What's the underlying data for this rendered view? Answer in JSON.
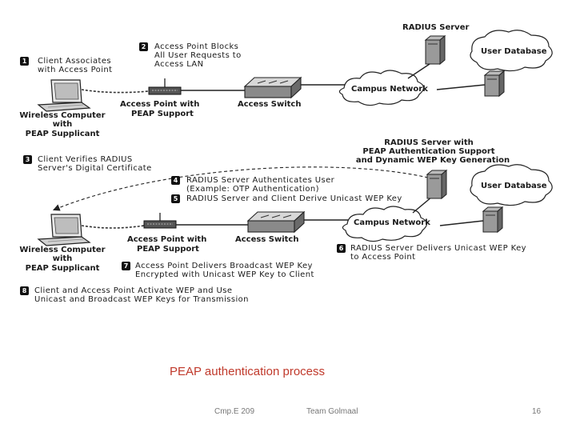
{
  "top": {
    "radius_server": "RADIUS Server",
    "user_database": "User Database",
    "campus_network": "Campus Network",
    "step1_num": "1",
    "step1_line1": "Client Associates",
    "step1_line2": "with Access Point",
    "step2_num": "2",
    "step2_line1": "Access Point Blocks",
    "step2_line2": "All User Requests to",
    "step2_line3": "Access LAN",
    "ap_label_line1": "Access Point with",
    "ap_label_line2": "PEAP Support",
    "switch_label": "Access Switch",
    "client_line1": "Wireless Computer",
    "client_line2": "with",
    "client_line3": "PEAP Supplicant"
  },
  "bottom": {
    "radius_server_line1": "RADIUS Server with",
    "radius_server_line2": "PEAP Authentication Support",
    "radius_server_line3": "and Dynamic WEP Key Generation",
    "user_database": "User Database",
    "campus_network": "Campus Network",
    "step3_num": "3",
    "step3_line1": "Client Verifies RADIUS",
    "step3_line2": "Server's Digital Certificate",
    "step4_num": "4",
    "step4_line1": "RADIUS Server Authenticates User",
    "step4_line2": "(Example: OTP Authentication)",
    "step5_num": "5",
    "step5_line1": "RADIUS Server and Client Derive Unicast WEP Key",
    "step6_num": "6",
    "step6_line1": "RADIUS Server Delivers Unicast WEP Key",
    "step6_line2": "to Access Point",
    "step7_num": "7",
    "step7_line1": "Access Point Delivers Broadcast WEP Key",
    "step7_line2": "Encrypted with Unicast WEP Key to Client",
    "step8_num": "8",
    "step8_line1": "Client and Access Point Activate WEP and Use",
    "step8_line2": "Unicast and Broadcast WEP Keys for Transmission",
    "ap_label_line1": "Access Point with",
    "ap_label_line2": "PEAP Support",
    "switch_label": "Access Switch",
    "client_line1": "Wireless Computer",
    "client_line2": "with",
    "client_line3": "PEAP Supplicant"
  },
  "caption": "PEAP authentication process",
  "footer": {
    "course": "Cmp.E 209",
    "team": "Team Golmaal",
    "page": "16"
  }
}
